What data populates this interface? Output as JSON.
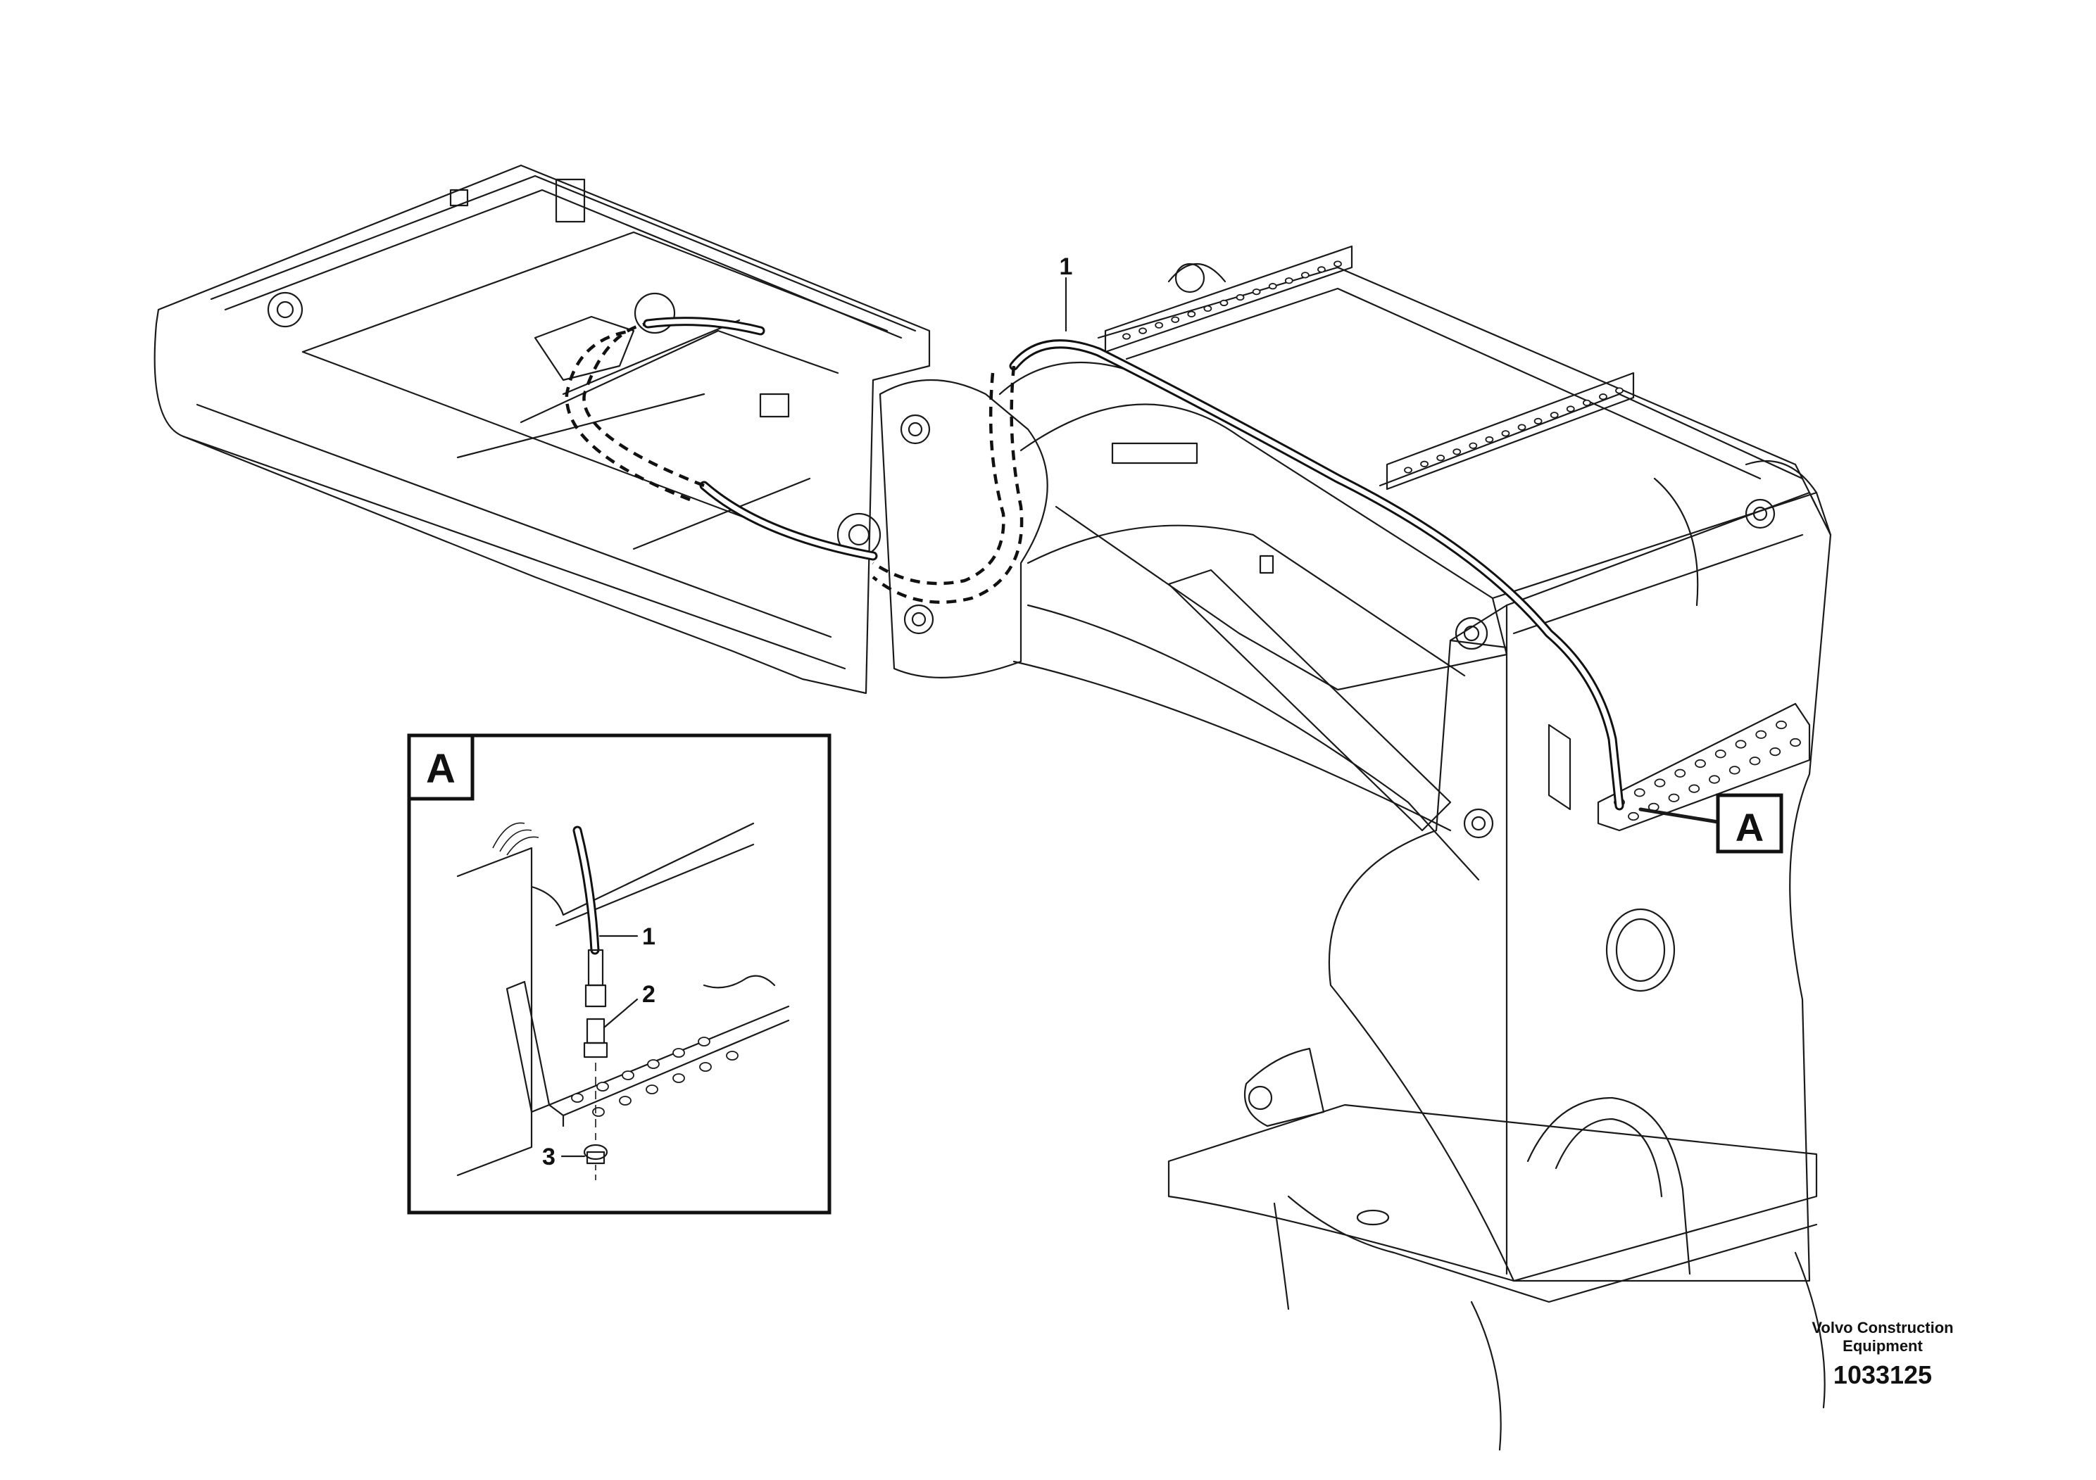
{
  "callouts": {
    "main_item": "1",
    "detail_item_1": "1",
    "detail_item_2": "2",
    "detail_item_3": "3"
  },
  "detail_view": {
    "letter": "A",
    "reference_letter": "A"
  },
  "footer": {
    "company_line1": "Volvo Construction",
    "company_line2": "Equipment",
    "drawing_number": "1033125"
  }
}
